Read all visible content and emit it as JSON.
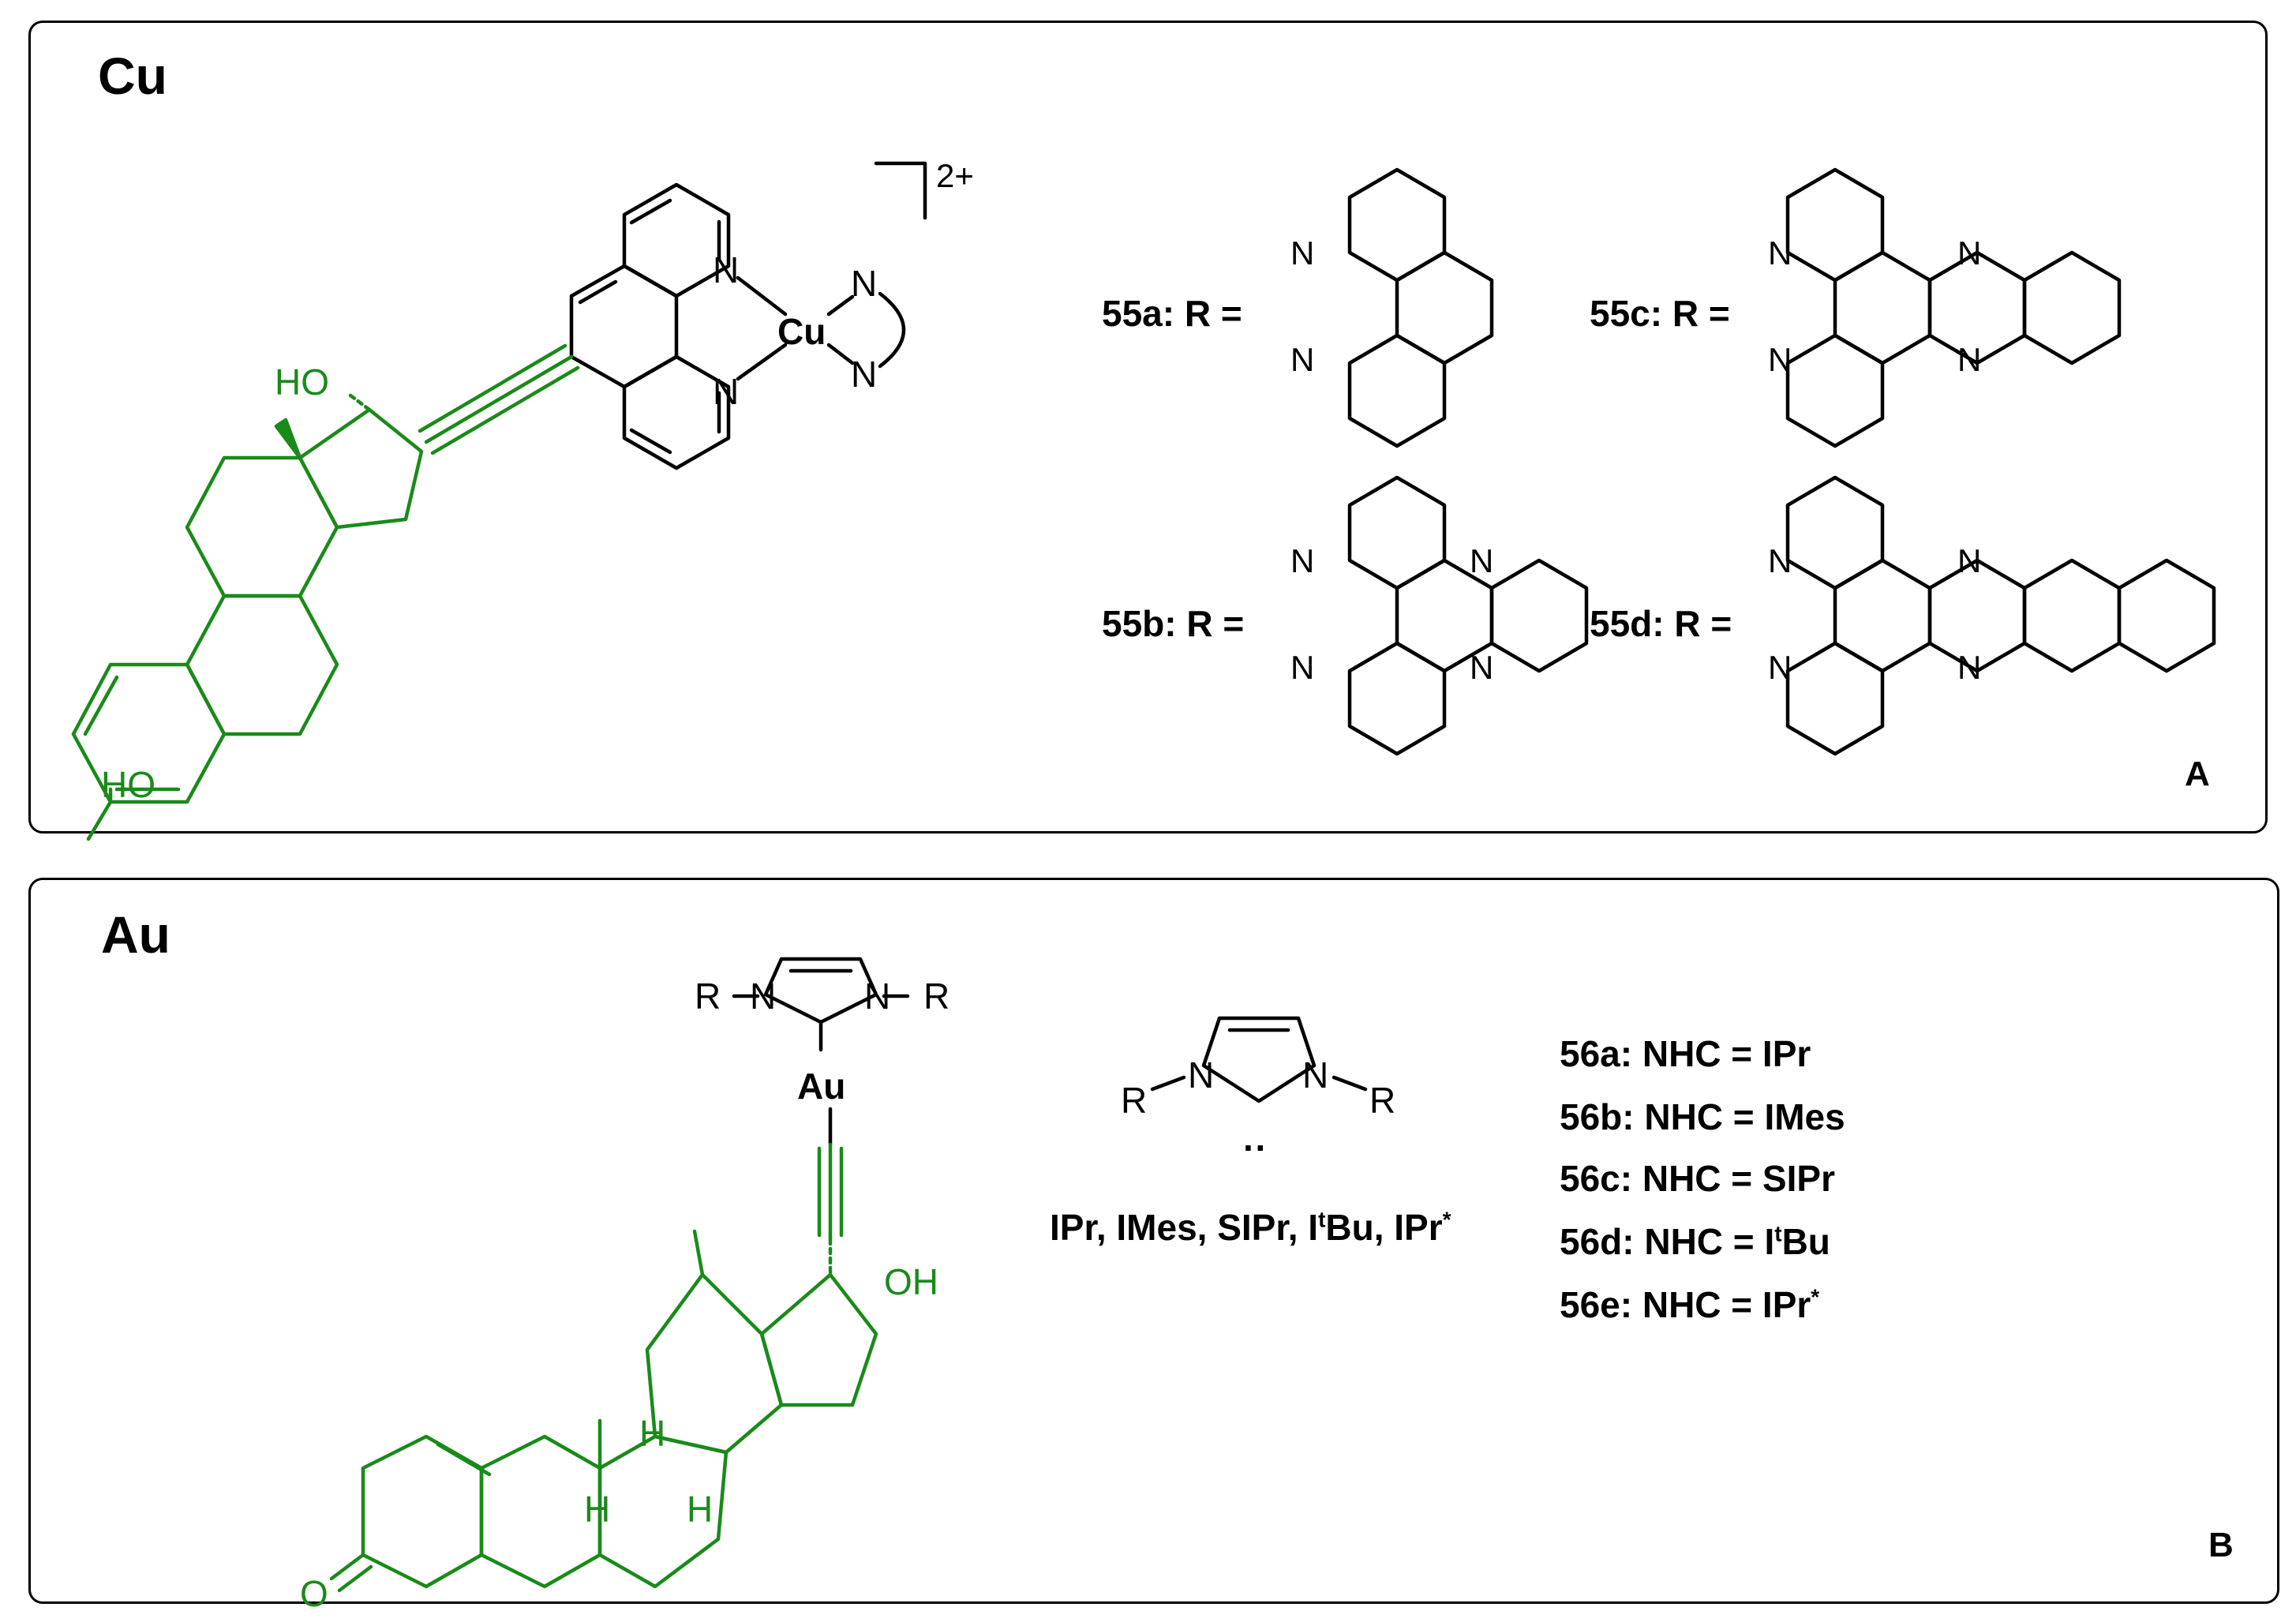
{
  "panel_a": {
    "metal": "Cu",
    "corner_label": "A",
    "charge": "2+",
    "complex_atoms": {
      "metal": "Cu",
      "n": "N",
      "ho_top": "HO",
      "ho_bottom": "HO"
    },
    "ligands": [
      {
        "label": "55a: R ="
      },
      {
        "label": "55b: R ="
      },
      {
        "label": "55c: R ="
      },
      {
        "label": "55d: R ="
      }
    ],
    "colors": {
      "steroid": "#1a8a1a",
      "line": "#000000"
    }
  },
  "panel_b": {
    "metal": "Au",
    "corner_label": "B",
    "complex_atoms": {
      "metal": "Au",
      "n": "N",
      "r": "R",
      "oh": "OH",
      "o": "O",
      "h": "H"
    },
    "carbene_dots": "··",
    "nhc_list": {
      "text": "IPr, IMes, SIPr, I",
      "sup1": "t",
      "text2": "Bu, IPr",
      "sup2": "*"
    },
    "entries": [
      {
        "prefix": "56a: NHC = IPr",
        "sup": "",
        "suffix": ""
      },
      {
        "prefix": "56b: NHC = IMes",
        "sup": "",
        "suffix": ""
      },
      {
        "prefix": "56c: NHC = SIPr",
        "sup": "",
        "suffix": ""
      },
      {
        "prefix": "56d: NHC = I",
        "sup": "t",
        "suffix": "Bu"
      },
      {
        "prefix": "56e: NHC = IPr",
        "sup": "*",
        "suffix": ""
      }
    ]
  }
}
